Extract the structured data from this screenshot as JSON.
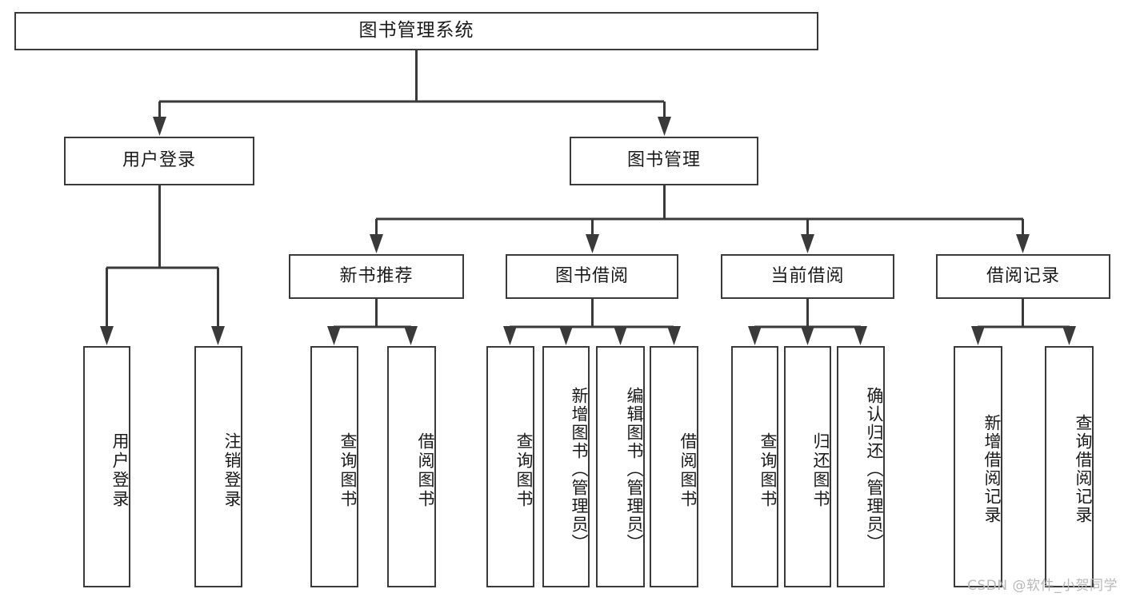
{
  "diagram": {
    "title": "图书管理系统",
    "type": "functional-structure-tree",
    "root": {
      "label": "图书管理系统"
    },
    "level2": [
      {
        "label": "用户登录"
      },
      {
        "label": "图书管理"
      }
    ],
    "level3": [
      {
        "label": "新书推荐"
      },
      {
        "label": "图书借阅"
      },
      {
        "label": "当前借阅"
      },
      {
        "label": "借阅记录"
      }
    ],
    "leaves": [
      {
        "label": "用户登录"
      },
      {
        "label": "注销登录"
      },
      {
        "label": "查询图书"
      },
      {
        "label": "借阅图书"
      },
      {
        "label": "查询图书"
      },
      {
        "label": "新增图书（管理员）"
      },
      {
        "label": "编辑图书（管理员）"
      },
      {
        "label": "借阅图书"
      },
      {
        "label": "查询图书"
      },
      {
        "label": "归还图书"
      },
      {
        "label": "确认归还（管理员）"
      },
      {
        "label": "新增借阅记录"
      },
      {
        "label": "查询借阅记录"
      }
    ]
  },
  "watermark": {
    "text": "CSDN @软件_小贺同学"
  },
  "colors": {
    "stroke": "#3a3a3a",
    "box_fill": "#ffffff",
    "text": "#1a1a1a",
    "watermark": "#b9b9b9",
    "background": "#ffffff"
  }
}
